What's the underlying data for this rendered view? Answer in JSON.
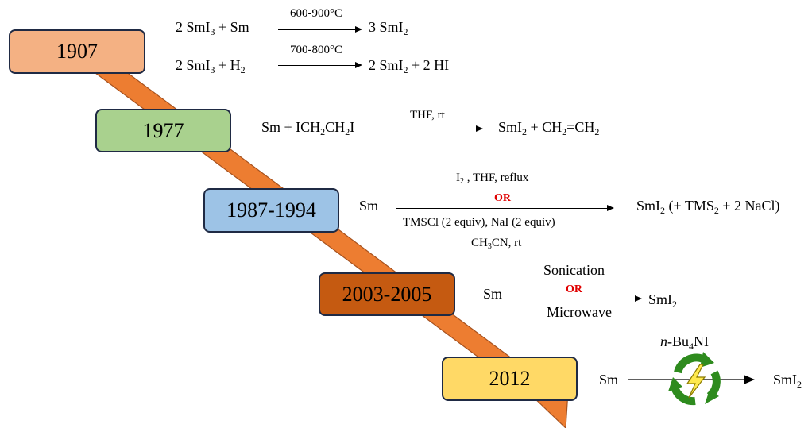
{
  "colors": {
    "timeline_arrow": "#ed7d31",
    "y1907": "#f4b183",
    "y1977": "#a9d18e",
    "y1987": "#9dc3e6",
    "y2003": "#c55a11",
    "y2012": "#ffd966",
    "or_text": "#e00000",
    "recycle_icon": "#2e8b1e",
    "lightning_icon": "#ffe94d"
  },
  "timeline": [
    {
      "year": "1907"
    },
    {
      "year": "1977"
    },
    {
      "year": "1987-1994"
    },
    {
      "year": "2003-2005"
    },
    {
      "year": "2012"
    }
  ],
  "reactions": {
    "r1907a": {
      "reactant_sm": "2 SmI",
      "reactant_sub": "3",
      "reactant_rest": " + Sm",
      "condition": "600-900°C",
      "product": "3 SmI",
      "product_sub": "2"
    },
    "r1907b": {
      "reactant_sm": "2 SmI",
      "reactant_sub": "3",
      "reactant_mid": " + H",
      "reactant_sub2": "2",
      "condition": "700-800°C",
      "product": "2 SmI",
      "product_sub": "2",
      "product_rest": " + 2 HI"
    },
    "r1977": {
      "reactant": "Sm + ICH",
      "sub1": "2",
      "mid": "CH",
      "sub2": "2",
      "tail": "I",
      "condition": "THF, rt",
      "product": "SmI",
      "product_sub": "2",
      "product_mid": " + CH",
      "product_sub2": "2",
      "product_eq": "=CH",
      "product_sub3": "2"
    },
    "r1987": {
      "reactant": "Sm",
      "cond_top_a": "I",
      "cond_top_sub": "2",
      "cond_top_b": " , THF, reflux",
      "or": "OR",
      "cond_bottom": "TMSCl (2 equiv), NaI (2 equiv)",
      "cond_bottom2_a": "CH",
      "cond_bottom2_sub": "3",
      "cond_bottom2_b": "CN, rt",
      "product": "SmI",
      "product_sub": "2",
      "product_a": " (+ TMS",
      "product_sub2": "2",
      "product_b": " + 2 NaCl)"
    },
    "r2003": {
      "reactant": "Sm",
      "cond_top": "Sonication",
      "or": "OR",
      "cond_bottom": "Microwave",
      "product": "SmI",
      "product_sub": "2"
    },
    "r2012": {
      "reactant": "Sm",
      "cond_a": "n",
      "cond_b": "-Bu",
      "cond_sub": "4",
      "cond_c": "NI",
      "product": "SmI",
      "product_sub": "2"
    }
  }
}
